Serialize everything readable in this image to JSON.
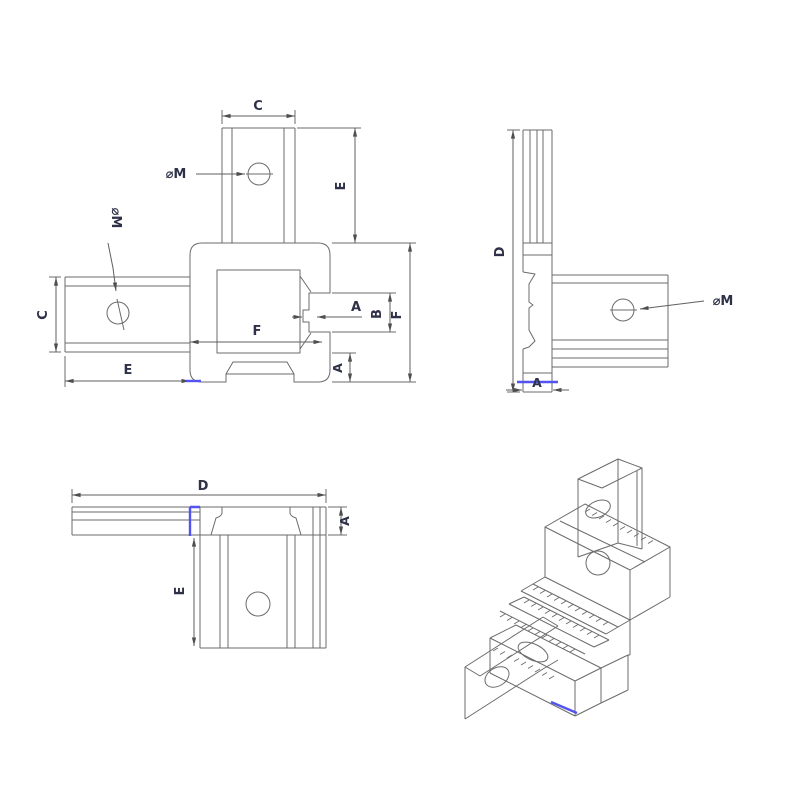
{
  "drawing": {
    "type": "engineering multi-view drawing of an extrusion corner bracket",
    "colors": {
      "background": "#ffffff",
      "line": "#6b6b6b",
      "dimension_text": "#2e3147",
      "highlight_blue": "#5353ef"
    },
    "views": {
      "front": {
        "dims": {
          "c_top": "C",
          "m_top_hole": "⌀M",
          "m_left_hole": "⌀M",
          "e_right": "E",
          "c_left": "C",
          "e_bottom": "E",
          "f_width": "F",
          "a_slot": "A",
          "b_notch": "B",
          "f_height": "F",
          "a_tab": "A"
        }
      },
      "side": {
        "dims": {
          "d_height": "D",
          "m_hole": "⌀M",
          "a_bottom": "A"
        }
      },
      "top": {
        "dims": {
          "d_width": "D",
          "a_right": "A",
          "e_body": "E"
        }
      },
      "isometric": {
        "dims": {}
      }
    }
  }
}
